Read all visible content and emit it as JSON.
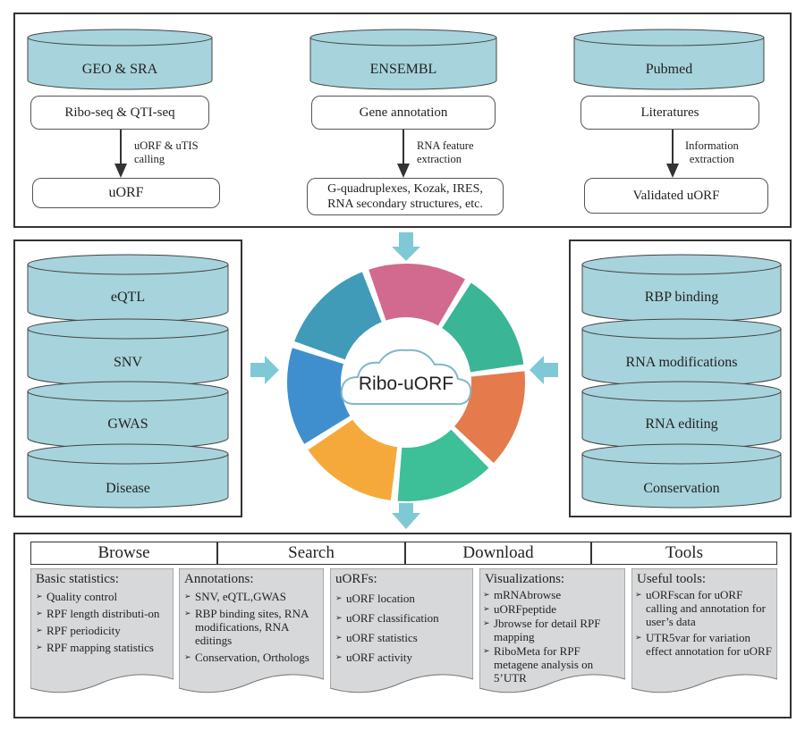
{
  "top_panel": {
    "sources": [
      {
        "db": "GEO & SRA",
        "data": "Ribo-seq & QTI-seq",
        "process": [
          "uORF & uTIS",
          "calling"
        ],
        "result": [
          "uORF"
        ]
      },
      {
        "db": "ENSEMBL",
        "data": "Gene annotation",
        "process": [
          "RNA feature",
          "extraction"
        ],
        "result": [
          "G-quadruplexes, Kozak, IRES,",
          "RNA secondary structures, etc."
        ]
      },
      {
        "db": "Pubmed",
        "data": "Literatures",
        "process": [
          "Information",
          "extraction"
        ],
        "result": [
          "Validated uORF"
        ]
      }
    ]
  },
  "left_panel": {
    "items": [
      "eQTL",
      "SNV",
      "GWAS",
      "Disease"
    ]
  },
  "right_panel": {
    "items": [
      "RBP binding",
      "RNA modifications",
      "RNA editing",
      "Conservation"
    ]
  },
  "center": {
    "label": "Ribo-uORF",
    "segment_colors": [
      "#d2698f",
      "#3ab595",
      "#e57a4c",
      "#3dbf98",
      "#f6a93b",
      "#3f8fcf",
      "#3f9bb8"
    ],
    "arrow_color": "#7fc9d6"
  },
  "bottom_panel": {
    "tabs": [
      "Browse",
      "Search",
      "Download",
      "Tools"
    ],
    "cards": [
      {
        "title": "Basic statistics:",
        "items": [
          "Quality control",
          "RPF length distributi-on",
          "RPF periodicity",
          "RPF mapping statistics"
        ]
      },
      {
        "title": "Annotations:",
        "items": [
          "SNV, eQTL,GWAS",
          "RBP binding sites, RNA modifications, RNA editings",
          "Conservation, Orthologs"
        ]
      },
      {
        "title": "uORFs:",
        "items": [
          "uORF location",
          "uORF classification",
          "uORF statistics",
          "uORF activity"
        ]
      },
      {
        "title": "Visualizations:",
        "items": [
          "mRNAbrowse",
          "uORFpeptide",
          "Jbrowse for detail RPF mapping",
          "RiboMeta for RPF metagene analysis on 5’UTR"
        ]
      },
      {
        "title": "Useful tools:",
        "items": [
          "uORFscan for uORF calling and annotation for user’s data",
          "UTR5var for variation effect annotation for uORF"
        ]
      }
    ]
  },
  "colors": {
    "cylinder": "#a7d3dc",
    "card": "#d7d8da",
    "border": "#333333"
  }
}
